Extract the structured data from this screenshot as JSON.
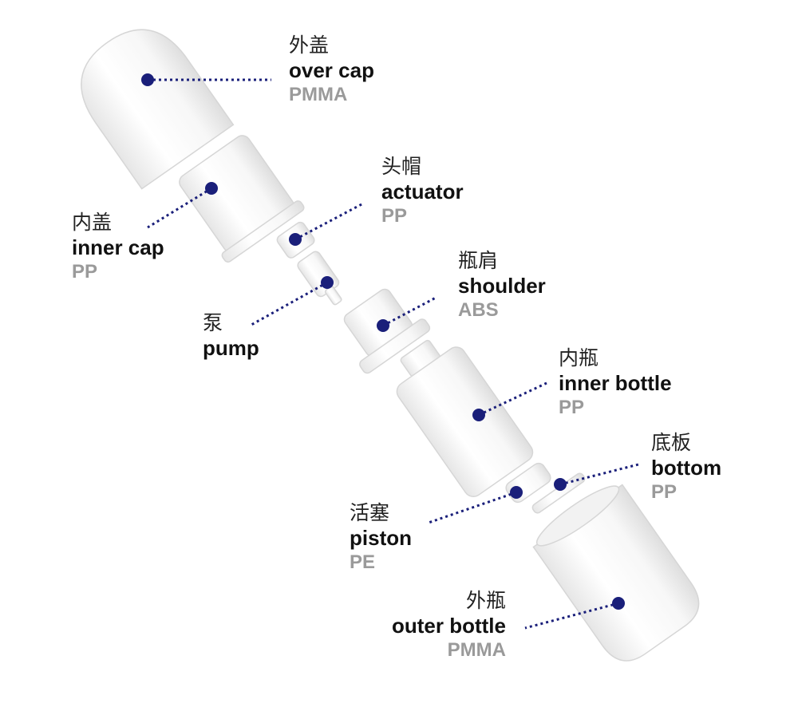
{
  "colors": {
    "marker": "#1a1f7a",
    "leader": "#1a1f7a",
    "part": "#ffffff",
    "part_edge": "#d9d9d9",
    "material_text": "#9a9a9a"
  },
  "parts": [
    {
      "id": "over-cap",
      "cn": "外盖",
      "en": "over cap",
      "material": "PMMA"
    },
    {
      "id": "inner-cap",
      "cn": "内盖",
      "en": "inner cap",
      "material": "PP"
    },
    {
      "id": "actuator",
      "cn": "头帽",
      "en": "actuator",
      "material": "PP"
    },
    {
      "id": "pump",
      "cn": "泵",
      "en": "pump",
      "material": ""
    },
    {
      "id": "shoulder",
      "cn": "瓶肩",
      "en": "shoulder",
      "material": "ABS"
    },
    {
      "id": "inner-bottle",
      "cn": "内瓶",
      "en": "inner bottle",
      "material": "PP"
    },
    {
      "id": "bottom",
      "cn": "底板",
      "en": "bottom",
      "material": "PP"
    },
    {
      "id": "piston",
      "cn": "活塞",
      "en": "piston",
      "material": "PE"
    },
    {
      "id": "outer-bottle",
      "cn": "外瓶",
      "en": "outer bottle",
      "material": "PMMA"
    }
  ]
}
